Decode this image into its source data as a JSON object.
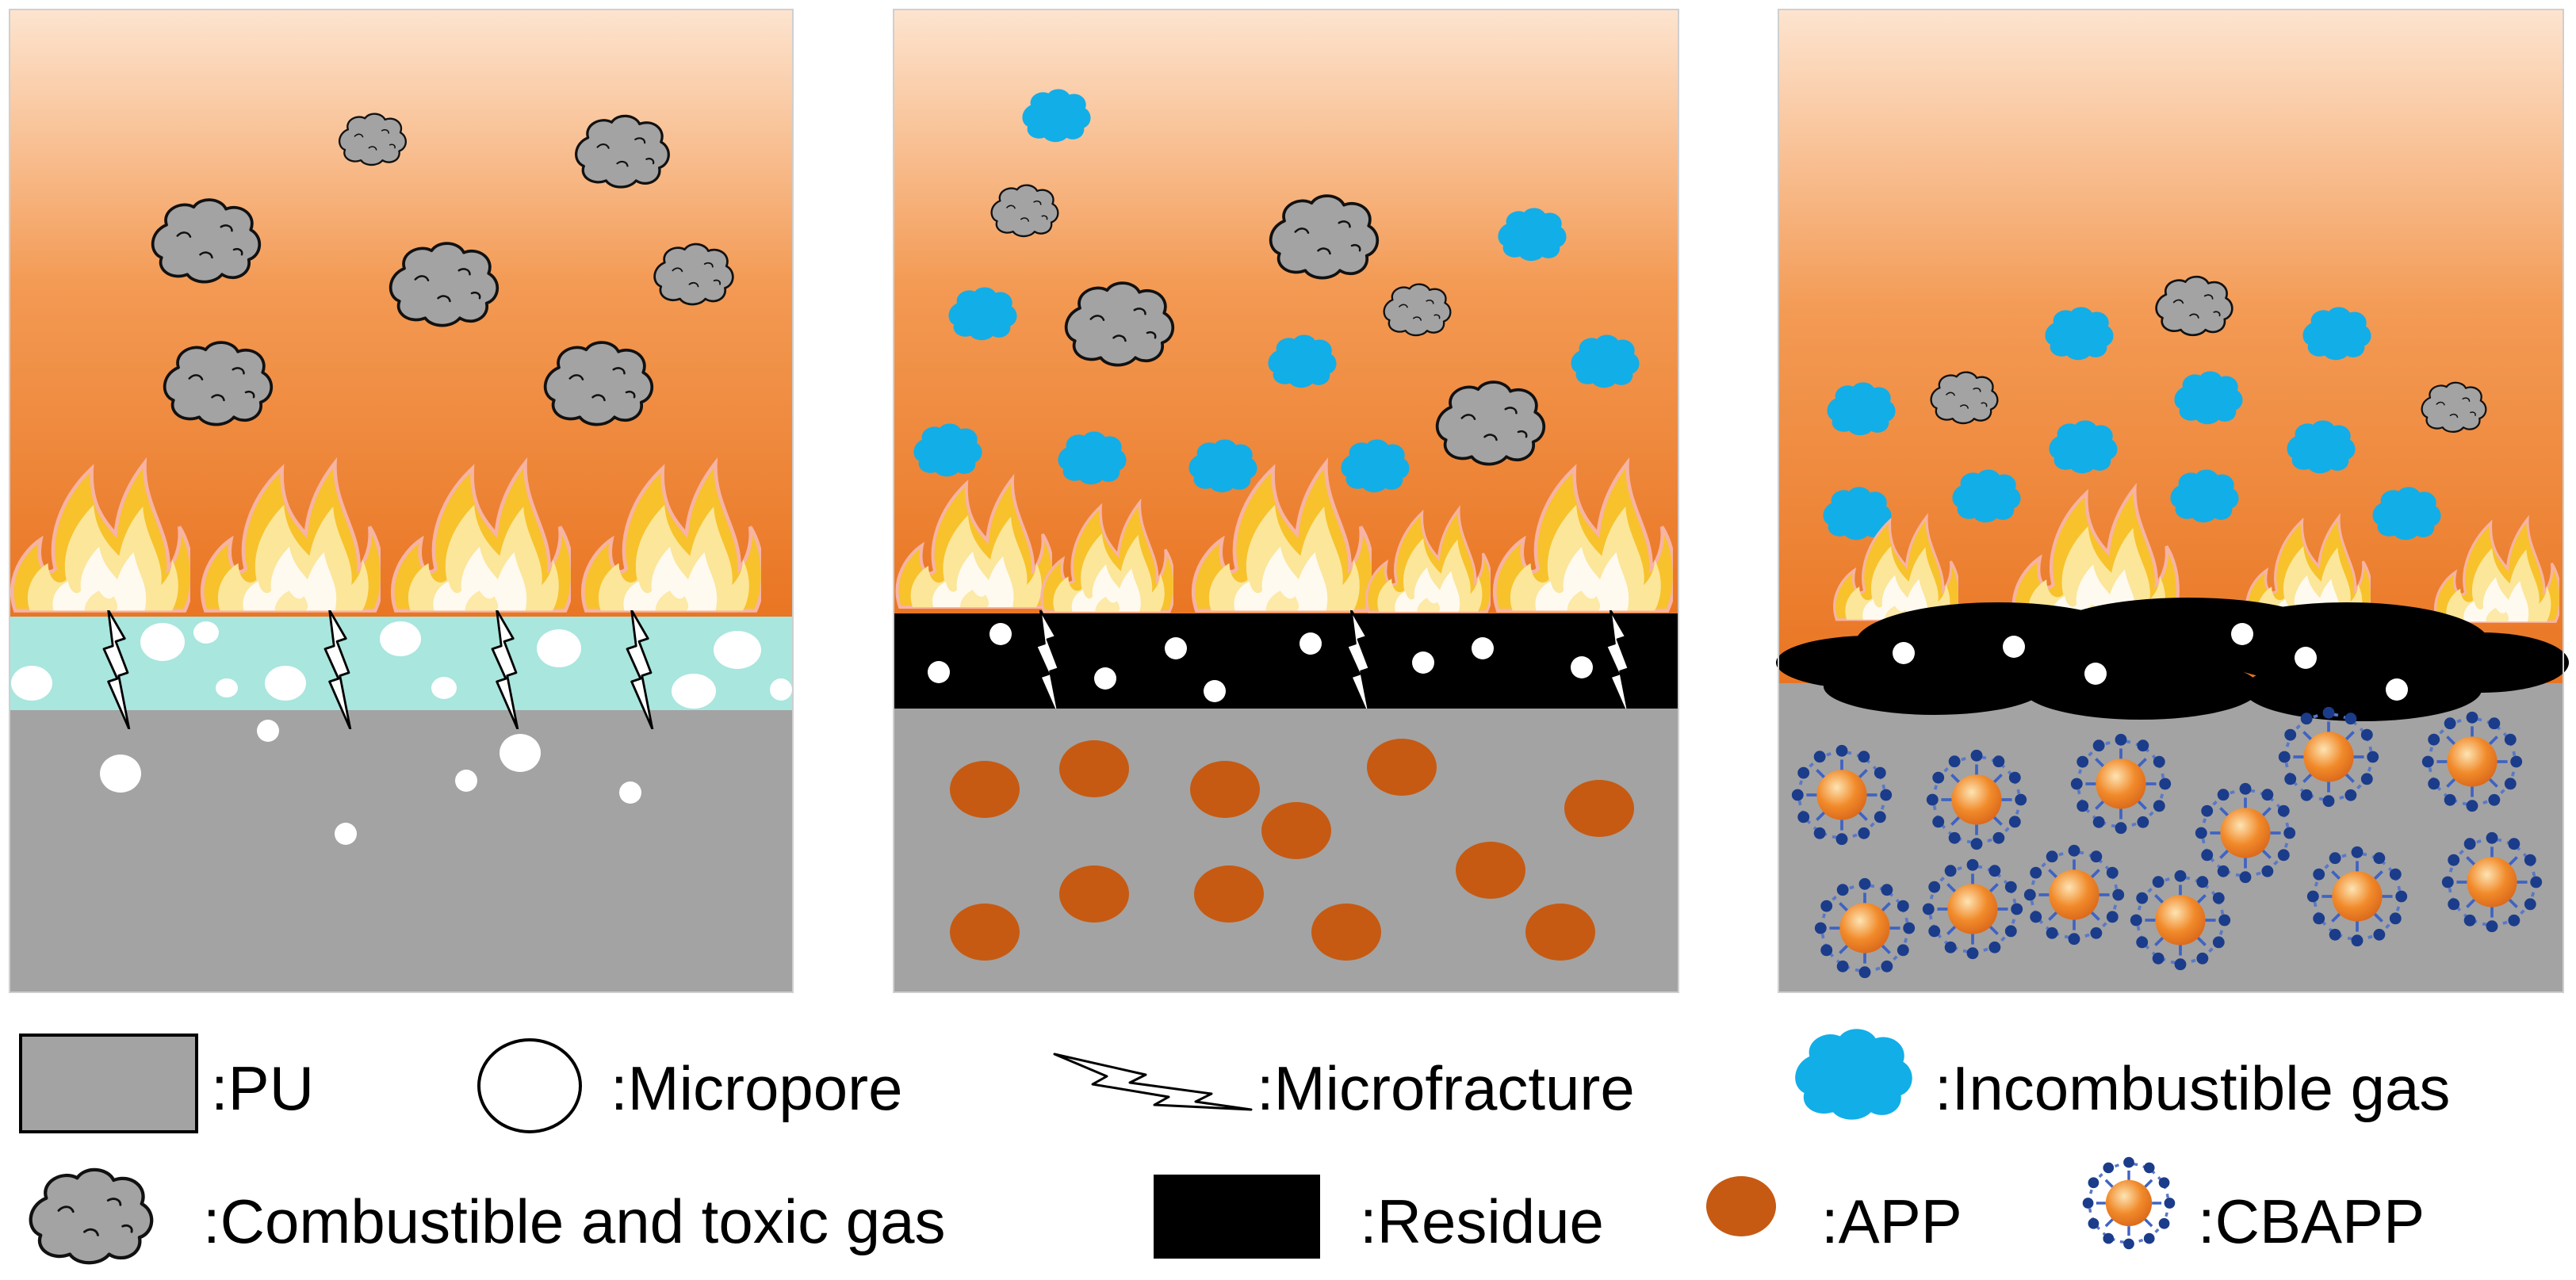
{
  "panels": [
    {
      "id": "pu",
      "top_layer": "micropore-layer",
      "bottom_fill": "micropores"
    },
    {
      "id": "pu-app",
      "top_layer": "residue-layer",
      "bottom_fill": "app-particles"
    },
    {
      "id": "pu-cbapp",
      "top_layer": "residue-clouds",
      "bottom_fill": "cbapp-particles"
    }
  ],
  "legend": {
    "pu": ":PU",
    "micropore": ":Micropore",
    "microfracture": ":Microfracture",
    "incombustible_gas": ":Incombustible gas",
    "combustible_gas": ":Combustible and toxic gas",
    "residue": ":Residue",
    "app": ":APP",
    "cbapp": ":CBAPP"
  },
  "colors": {
    "pu": "#a3a3a3",
    "micropore_layer": "#a8e6de",
    "residue": "#000000",
    "app": "#c65a12",
    "incombustible_gas": "#12aee8",
    "combustible_gas": "#a0a0a0",
    "sky_top": "#fde4cf",
    "sky_bottom": "#e97623",
    "flame_outer": "#fbeaa0",
    "flame_mid": "#f8c62b",
    "flame_core": "#fffbe0",
    "cbapp_ring": "#1b3c8a"
  }
}
